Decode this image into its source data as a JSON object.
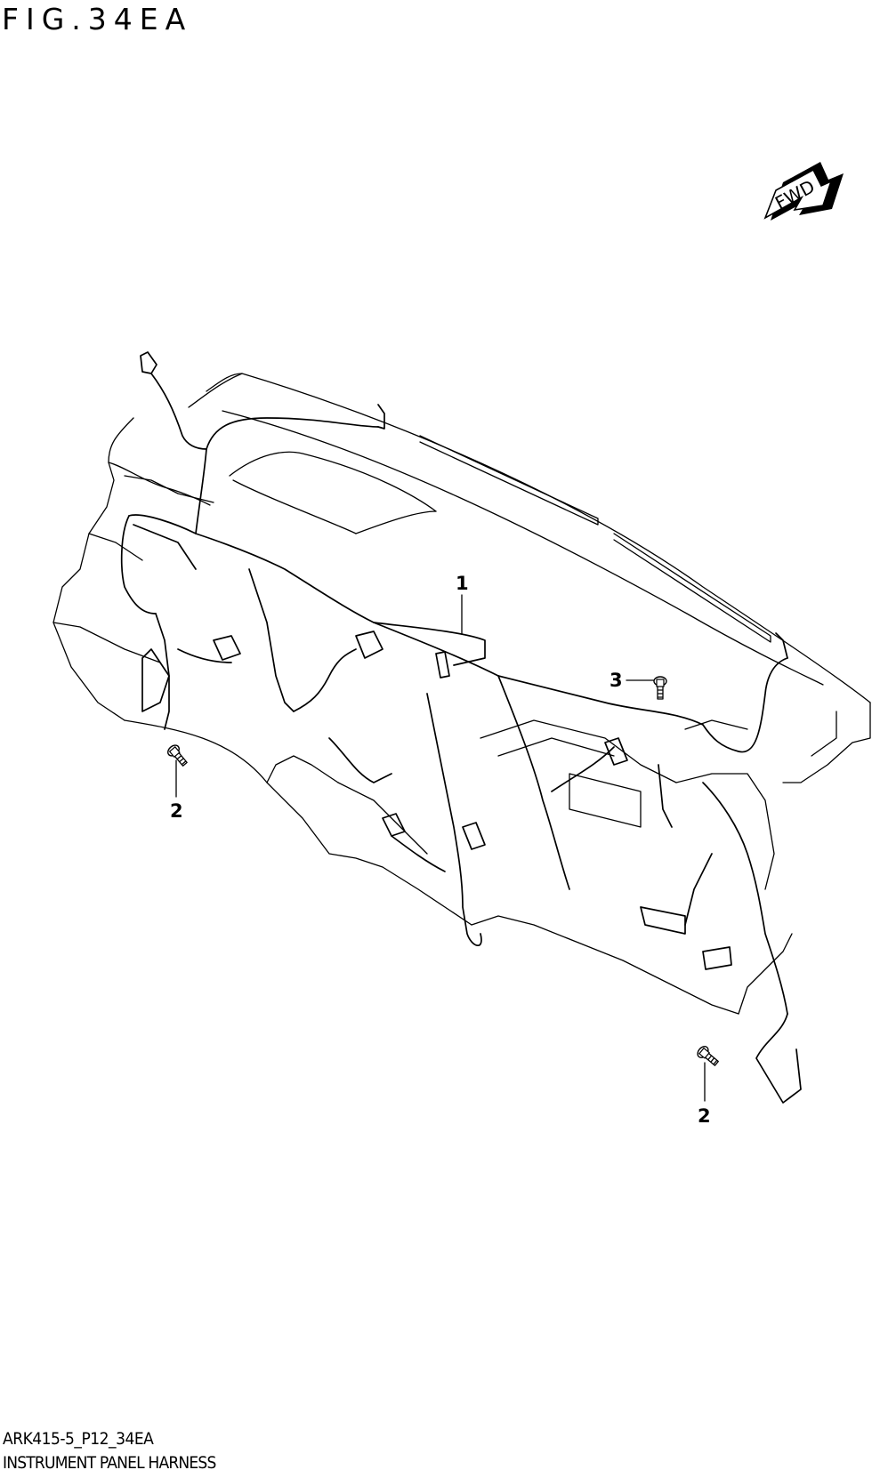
{
  "figure": {
    "title": "FIG.34EA",
    "fwd_label": "FWD",
    "code": "ARK415-5_P12_34EA",
    "name": "INSTRUMENT PANEL HARNESS"
  },
  "callouts": [
    {
      "id": "c1",
      "label": "1"
    },
    {
      "id": "c2a",
      "label": "2"
    },
    {
      "id": "c2b",
      "label": "2"
    },
    {
      "id": "c3",
      "label": "3"
    }
  ],
  "icons": {
    "fwd": "fwd-arrow-icon",
    "bolt": "bolt-icon"
  }
}
